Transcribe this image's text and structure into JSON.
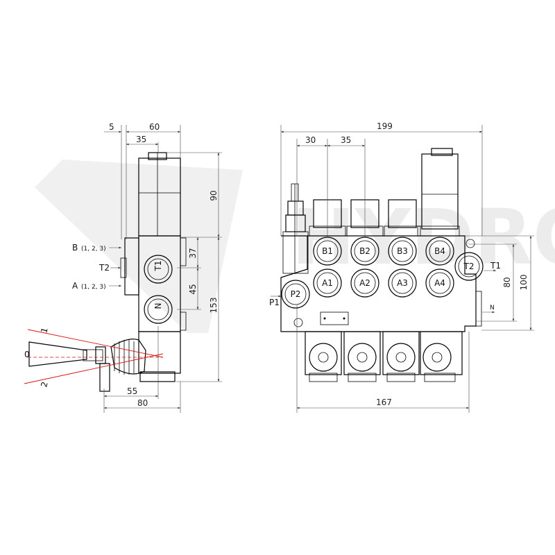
{
  "watermark": {
    "text": "HYDRO"
  },
  "side_view": {
    "dims": {
      "d5": "5",
      "d60": "60",
      "d35": "35",
      "d90": "90",
      "d37": "37",
      "d45": "45",
      "d153": "153",
      "d55": "55",
      "d80": "80"
    },
    "labels": {
      "b_main": "B",
      "b_sub": "(1, 2, 3)",
      "t2": "T2",
      "a_main": "A",
      "a_sub": "(1, 2, 3)",
      "port_t1": "T1",
      "port_n": "N"
    },
    "lever_positions": {
      "pos1": "1",
      "pos0": "0",
      "pos2": "2"
    }
  },
  "front_view": {
    "dims": {
      "d199": "199",
      "d30": "30",
      "d35": "35",
      "d80": "80",
      "d100": "100",
      "d167": "167"
    },
    "ports_b": [
      "B1",
      "B2",
      "B3",
      "B4"
    ],
    "ports_a": [
      "A1",
      "A2",
      "A3",
      "A4"
    ],
    "port_t2": "T2",
    "port_p2": "P2",
    "arrows": {
      "p1": "P1",
      "t1": "T1",
      "n": "N"
    }
  }
}
